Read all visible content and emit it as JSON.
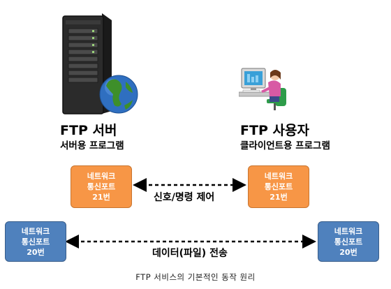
{
  "server": {
    "title": "FTP 서버",
    "subtitle": "서버용 프로그램"
  },
  "client": {
    "title": "FTP 사용자",
    "subtitle": "클라이언트용 프로그램"
  },
  "ports": {
    "server_control": {
      "line1": "네트워크",
      "line2": "통신포트",
      "line3": "21번"
    },
    "client_control": {
      "line1": "네트워크",
      "line2": "통신포트",
      "line3": "21번"
    },
    "server_data": {
      "line1": "네트워크",
      "line2": "통신포트",
      "line3": "20번"
    },
    "client_data": {
      "line1": "네트워크",
      "line2": "통신포트",
      "line3": "20번"
    }
  },
  "connections": {
    "control_label": "신호/명령 제어",
    "data_label": "데이터(파일) 전송"
  },
  "caption": "FTP 서비스의 기본적인 동작 원리",
  "colors": {
    "control_port": "#f79646",
    "data_port": "#4f81bd"
  },
  "icons": {
    "server": "server-tower-with-globe-icon",
    "client": "user-at-computer-icon"
  }
}
